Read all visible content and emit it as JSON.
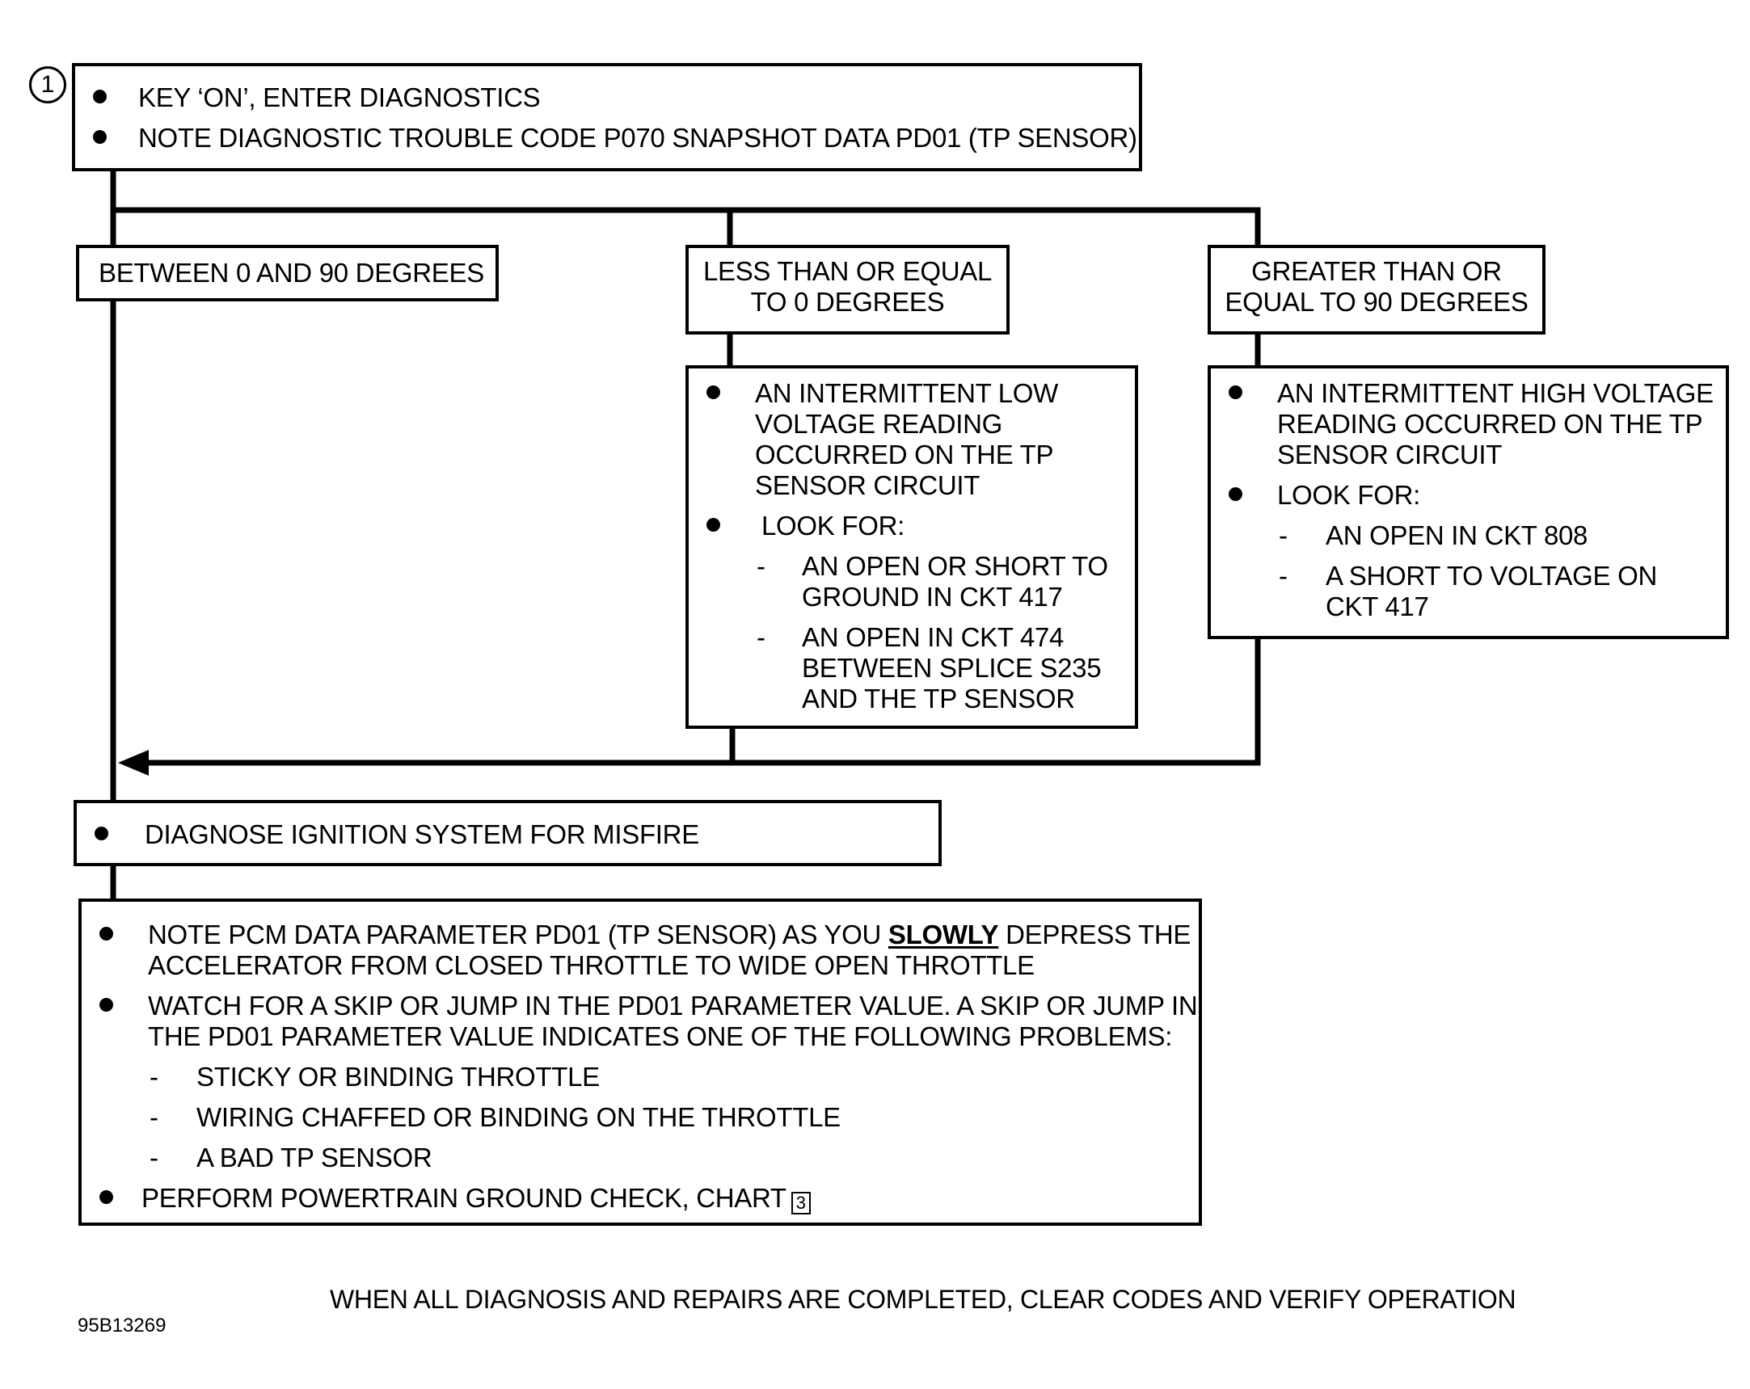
{
  "step_number": "1",
  "start_box": {
    "items": [
      "KEY ‘ON’, ENTER DIAGNOSTICS",
      "NOTE DIAGNOSTIC TROUBLE CODE P070 SNAPSHOT DATA PD01 (TP SENSOR)"
    ]
  },
  "branches": {
    "between": "BETWEEN 0 AND 90 DEGREES",
    "less_line1": "LESS THAN OR EQUAL",
    "less_line2": "TO 0 DEGREES",
    "greater_line1": "GREATER THAN OR",
    "greater_line2": "EQUAL TO 90 DEGREES"
  },
  "low_box": {
    "bullet1": [
      "AN INTERMITTENT LOW",
      "VOLTAGE READING",
      "OCCURRED ON THE TP",
      "SENSOR CIRCUIT"
    ],
    "bullet2": "LOOK FOR:",
    "dash1": [
      "AN OPEN OR SHORT TO",
      "GROUND IN CKT 417"
    ],
    "dash2": [
      "AN OPEN IN CKT 474",
      "BETWEEN SPLICE S235",
      "AND THE TP SENSOR"
    ]
  },
  "high_box": {
    "bullet1": [
      "AN INTERMITTENT HIGH VOLTAGE",
      "READING OCCURRED ON THE TP",
      "SENSOR CIRCUIT"
    ],
    "bullet2": "LOOK FOR:",
    "dash1": "AN OPEN IN CKT 808",
    "dash2": [
      "A SHORT TO VOLTAGE ON",
      "CKT 417"
    ]
  },
  "ignition_box": "DIAGNOSE IGNITION SYSTEM FOR MISFIRE",
  "final_box": {
    "b1_pre": "NOTE PCM DATA PARAMETER PD01 (TP SENSOR) AS YOU",
    "b1_emph": "SLOWLY",
    "b1_post": "DEPRESS THE",
    "b1_line2": "ACCELERATOR FROM CLOSED THROTTLE TO WIDE OPEN THROTTLE",
    "b2_line1": "WATCH FOR A SKIP OR JUMP IN THE PD01 PARAMETER VALUE. A SKIP OR JUMP IN",
    "b2_line2": "THE PD01 PARAMETER VALUE INDICATES ONE OF THE FOLLOWING PROBLEMS:",
    "dashes": [
      "STICKY OR BINDING THROTTLE",
      "WIRING CHAFFED OR BINDING ON THE THROTTLE",
      "A BAD TP SENSOR"
    ],
    "b3": "PERFORM POWERTRAIN GROUND CHECK, CHART",
    "chart_ref": "3"
  },
  "footer": "WHEN ALL DIAGNOSIS AND REPAIRS ARE COMPLETED, CLEAR CODES AND VERIFY OPERATION",
  "figure_id": "95B13269"
}
